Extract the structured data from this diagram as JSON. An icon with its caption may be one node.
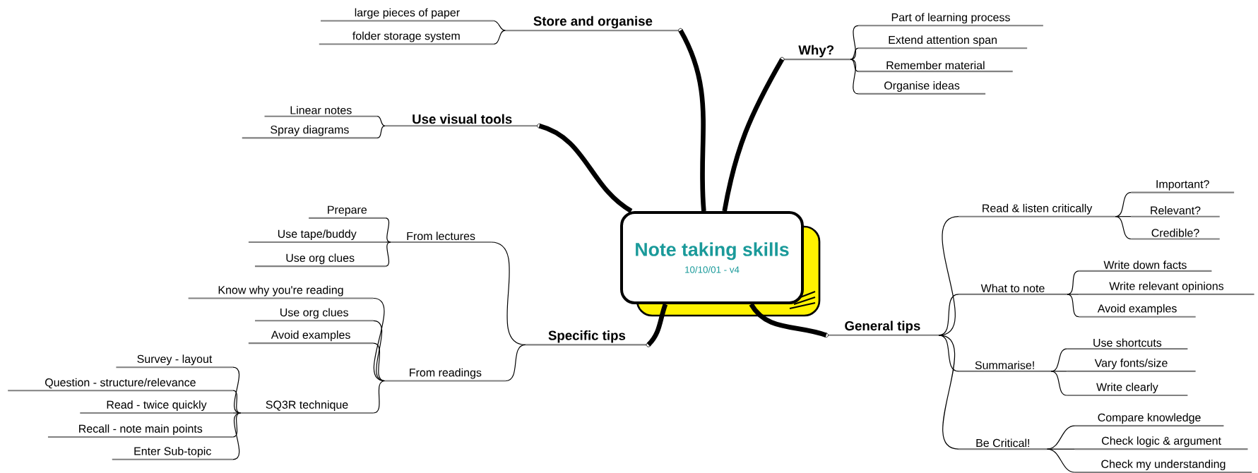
{
  "diagram": {
    "nodes": [
      {
        "text": [
          "Note taking skills",
          "10/10/01 - v4"
        ]
      },
      {
        "text": [
          "Store and organise"
        ]
      },
      {
        "text": [
          "large pieces of paper"
        ]
      },
      {
        "text": [
          "folder storage system"
        ]
      },
      {
        "text": [
          "Why?"
        ]
      },
      {
        "text": [
          "Part of learning process"
        ]
      },
      {
        "text": [
          "Extend attention span"
        ]
      },
      {
        "text": [
          "Remember material"
        ]
      },
      {
        "text": [
          "Organise ideas"
        ]
      },
      {
        "text": [
          "Use visual tools"
        ]
      },
      {
        "text": [
          "Linear notes"
        ]
      },
      {
        "text": [
          "Spray diagrams"
        ]
      },
      {
        "text": [
          "Specific tips"
        ]
      },
      {
        "text": [
          "From lectures"
        ]
      },
      {
        "text": [
          "Prepare"
        ]
      },
      {
        "text": [
          "Use tape/buddy"
        ]
      },
      {
        "text": [
          "Use org clues"
        ]
      },
      {
        "text": [
          "From readings"
        ]
      },
      {
        "text": [
          "Know why you're reading"
        ]
      },
      {
        "text": [
          "Use org clues"
        ]
      },
      {
        "text": [
          "Avoid examples"
        ]
      },
      {
        "text": [
          "SQ3R technique"
        ]
      },
      {
        "text": [
          "Survey - layout"
        ]
      },
      {
        "text": [
          "Question - structure/relevance"
        ]
      },
      {
        "text": [
          "Read - twice quickly"
        ]
      },
      {
        "text": [
          "Recall - note main points"
        ]
      },
      {
        "text": [
          "Enter Sub-topic"
        ]
      },
      {
        "text": [
          "General tips"
        ]
      },
      {
        "text": [
          "Read & listen critically"
        ]
      },
      {
        "text": [
          "Important?"
        ]
      },
      {
        "text": [
          "Relevant?"
        ]
      },
      {
        "text": [
          "Credible?"
        ]
      },
      {
        "text": [
          "What to note"
        ]
      },
      {
        "text": [
          "Write down facts"
        ]
      },
      {
        "text": [
          "Write relevant opinions"
        ]
      },
      {
        "text": [
          "Avoid examples"
        ]
      },
      {
        "text": [
          "Summarise!"
        ]
      },
      {
        "text": [
          "Use shortcuts"
        ]
      },
      {
        "text": [
          "Vary fonts/size"
        ]
      },
      {
        "text": [
          "Write clearly"
        ]
      },
      {
        "text": [
          "Be Critical!"
        ]
      },
      {
        "text": [
          "Compare knowledge"
        ]
      },
      {
        "text": [
          "Check logic & argument"
        ]
      },
      {
        "text": [
          "Check my understanding"
        ]
      }
    ],
    "edges": [
      {
        "from": 0,
        "to": 1,
        "arrow": "none",
        "style": "thick"
      },
      {
        "from": 1,
        "to": 2,
        "arrow": "none"
      },
      {
        "from": 1,
        "to": 3,
        "arrow": "none"
      },
      {
        "from": 0,
        "to": 4,
        "arrow": "none",
        "style": "thick"
      },
      {
        "from": 4,
        "to": 5,
        "arrow": "none"
      },
      {
        "from": 4,
        "to": 6,
        "arrow": "none"
      },
      {
        "from": 4,
        "to": 7,
        "arrow": "none"
      },
      {
        "from": 4,
        "to": 8,
        "arrow": "none"
      },
      {
        "from": 0,
        "to": 9,
        "arrow": "none",
        "style": "thick"
      },
      {
        "from": 9,
        "to": 10,
        "arrow": "none"
      },
      {
        "from": 9,
        "to": 11,
        "arrow": "none"
      },
      {
        "from": 0,
        "to": 12,
        "arrow": "none",
        "style": "thick"
      },
      {
        "from": 12,
        "to": 13,
        "arrow": "none"
      },
      {
        "from": 13,
        "to": 14,
        "arrow": "none"
      },
      {
        "from": 13,
        "to": 15,
        "arrow": "none"
      },
      {
        "from": 13,
        "to": 16,
        "arrow": "none"
      },
      {
        "from": 12,
        "to": 17,
        "arrow": "none"
      },
      {
        "from": 17,
        "to": 18,
        "arrow": "none"
      },
      {
        "from": 17,
        "to": 19,
        "arrow": "none"
      },
      {
        "from": 17,
        "to": 20,
        "arrow": "none"
      },
      {
        "from": 17,
        "to": 21,
        "arrow": "none"
      },
      {
        "from": 21,
        "to": 22,
        "arrow": "none"
      },
      {
        "from": 21,
        "to": 23,
        "arrow": "none"
      },
      {
        "from": 21,
        "to": 24,
        "arrow": "none"
      },
      {
        "from": 21,
        "to": 25,
        "arrow": "none"
      },
      {
        "from": 21,
        "to": 26,
        "arrow": "none"
      },
      {
        "from": 0,
        "to": 27,
        "arrow": "none",
        "style": "thick"
      },
      {
        "from": 27,
        "to": 28,
        "arrow": "none"
      },
      {
        "from": 28,
        "to": 29,
        "arrow": "none"
      },
      {
        "from": 28,
        "to": 30,
        "arrow": "none"
      },
      {
        "from": 28,
        "to": 31,
        "arrow": "none"
      },
      {
        "from": 27,
        "to": 32,
        "arrow": "none"
      },
      {
        "from": 32,
        "to": 33,
        "arrow": "none"
      },
      {
        "from": 32,
        "to": 34,
        "arrow": "none"
      },
      {
        "from": 32,
        "to": 35,
        "arrow": "none"
      },
      {
        "from": 27,
        "to": 36,
        "arrow": "none"
      },
      {
        "from": 36,
        "to": 37,
        "arrow": "none"
      },
      {
        "from": 36,
        "to": 38,
        "arrow": "none"
      },
      {
        "from": 36,
        "to": 39,
        "arrow": "none"
      },
      {
        "from": 27,
        "to": 40,
        "arrow": "none"
      },
      {
        "from": 40,
        "to": 41,
        "arrow": "none"
      },
      {
        "from": 40,
        "to": 42,
        "arrow": "none"
      },
      {
        "from": 40,
        "to": 43,
        "arrow": "none"
      }
    ]
  }
}
